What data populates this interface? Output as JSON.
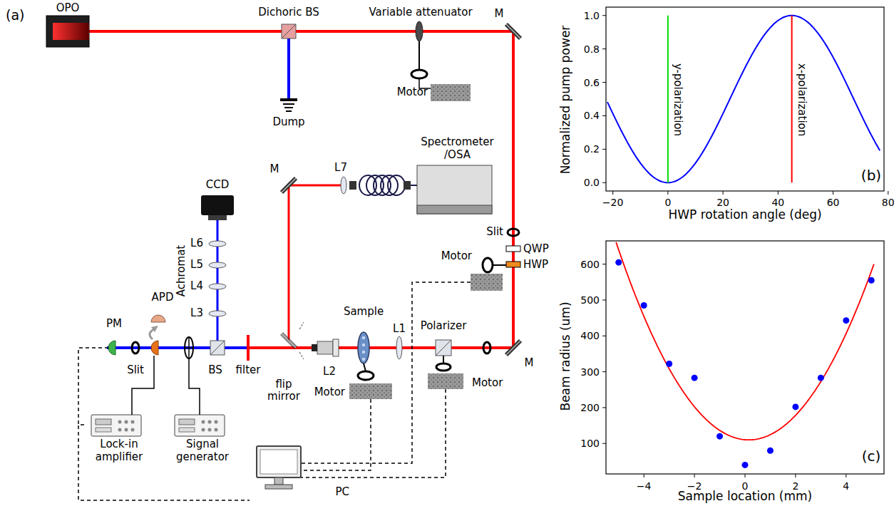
{
  "diagram": {
    "nodes": [
      {
        "text": [
          "OPO"
        ]
      },
      {
        "text": [
          "Spectrometer /OSA"
        ]
      },
      {
        "text": [
          "CCD"
        ]
      },
      {
        "text": [
          "Lock-in amplifier"
        ]
      },
      {
        "text": [
          "Signal generator"
        ]
      },
      {
        "text": [
          "PC"
        ]
      }
    ],
    "edges": [
      {
        "from": 3,
        "to": 5,
        "arrow": "none"
      }
    ],
    "labels": [
      "(a)",
      "Dichoric BS",
      "Dump",
      "Variable attenuator",
      "Motor",
      "M",
      "M",
      "L7",
      "Slit",
      "QWP",
      "HWP",
      "Motor",
      "Achromat",
      "L6",
      "L5",
      "L4",
      "APD",
      "Sample",
      "L3",
      "PM",
      "Polarizer",
      "L1",
      "M",
      "Slit",
      "BS",
      "filter",
      "L2",
      "Motor",
      "flip mirror",
      "Motor",
      "(b)",
      "Normalized pump power",
      "HWP rotation angle (deg)",
      "0.0",
      "0.2",
      "0.4",
      "0.6",
      "0.8",
      "1.0",
      "−20",
      "0",
      "20",
      "40",
      "60",
      "80",
      "y-polarization",
      "x-polarization",
      "(c)",
      "Beam radius (um)",
      "Sample location (mm)",
      "100",
      "200",
      "300",
      "400",
      "500",
      "600",
      "−4",
      "−2",
      "0",
      "2",
      "4"
    ]
  }
}
